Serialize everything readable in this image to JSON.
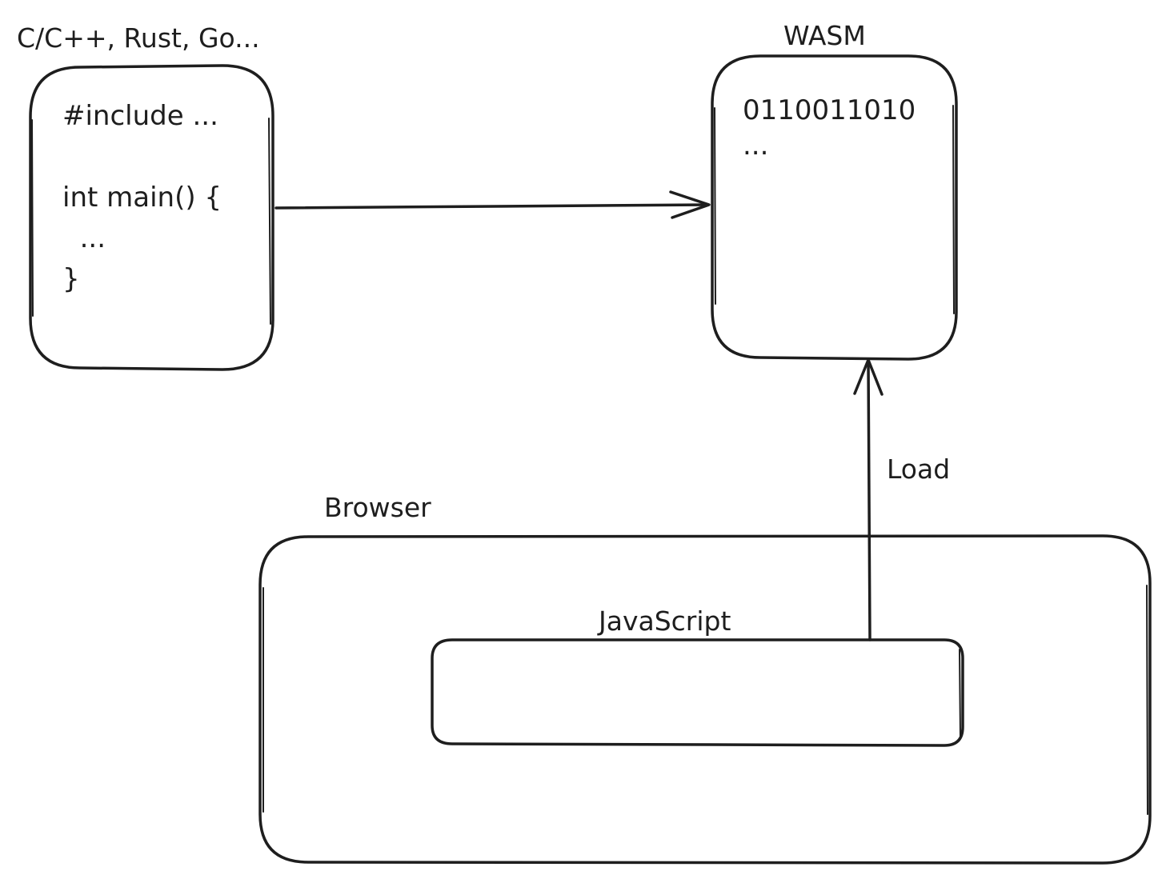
{
  "source_box": {
    "caption": "C/C++, Rust, Go...",
    "code_lines": [
      "#include ...",
      "",
      "int main() {",
      "  ...",
      "}"
    ]
  },
  "wasm_box": {
    "caption": "WASM",
    "lines": [
      "0110011010",
      "..."
    ]
  },
  "browser": {
    "caption": "Browser"
  },
  "javascript": {
    "caption": "JavaScript"
  },
  "edges": {
    "load_label": "Load"
  },
  "colors": {
    "stroke": "#1e1e1e",
    "background": "#ffffff"
  }
}
